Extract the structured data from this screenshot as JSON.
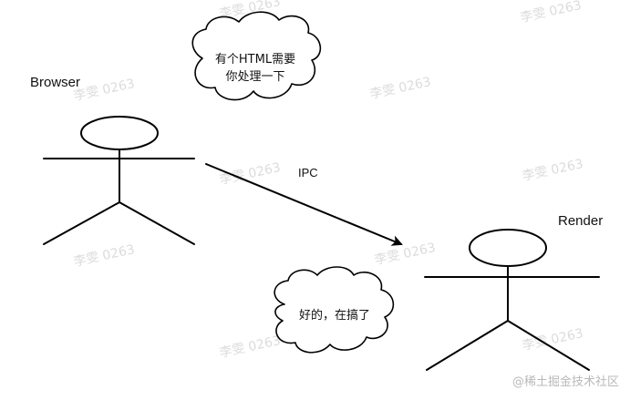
{
  "actors": {
    "browser": {
      "label": "Browser"
    },
    "render": {
      "label": "Render"
    }
  },
  "connector": {
    "label": "IPC"
  },
  "bubbles": {
    "browser_message": {
      "line1": "有个HTML需要",
      "line2": "你处理一下"
    },
    "render_reply": {
      "text": "好的，在搞了"
    }
  },
  "watermark_text": "李雯 0263",
  "brand_text": "@稀土掘金技术社区"
}
